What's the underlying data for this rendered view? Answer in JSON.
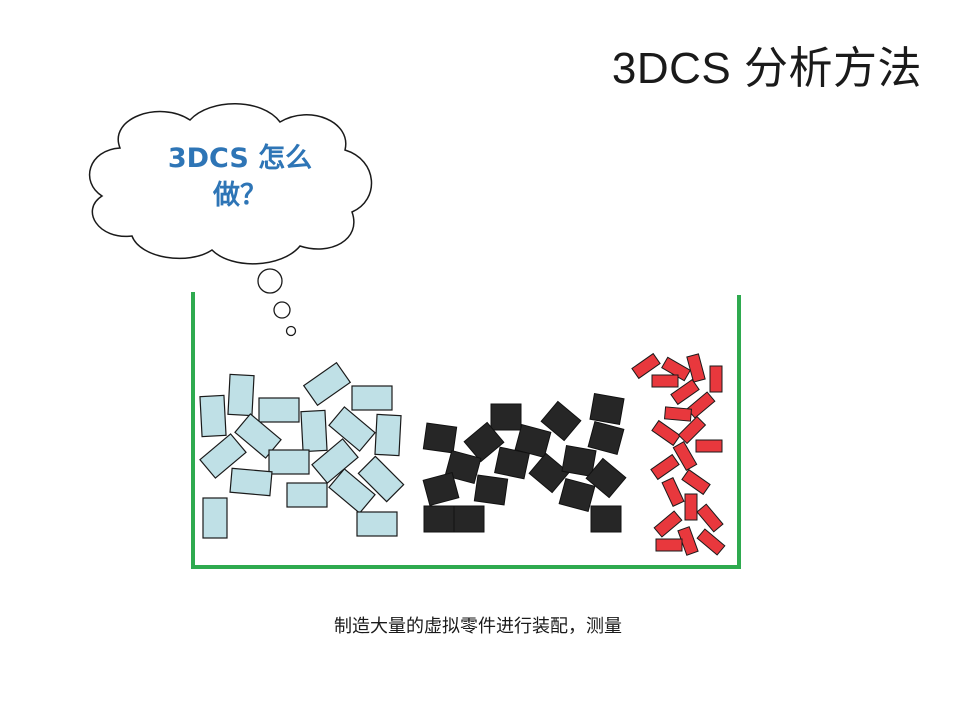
{
  "title": "3DCS 分析方法",
  "thought_bubble": {
    "line1": "3DCS 怎么",
    "line2": "做？"
  },
  "caption": "制造大量的虚拟零件进行装配，测量",
  "colors": {
    "container": "#2eaa4f",
    "light_parts": "#bfe0e6",
    "dark_parts": "#262626",
    "red_parts": "#e8383d",
    "thought_text": "#2e75b6"
  },
  "part_groups": [
    {
      "name": "light-blue-parts",
      "count": 21
    },
    {
      "name": "black-parts",
      "count": 20
    },
    {
      "name": "red-parts",
      "count": 24
    }
  ]
}
